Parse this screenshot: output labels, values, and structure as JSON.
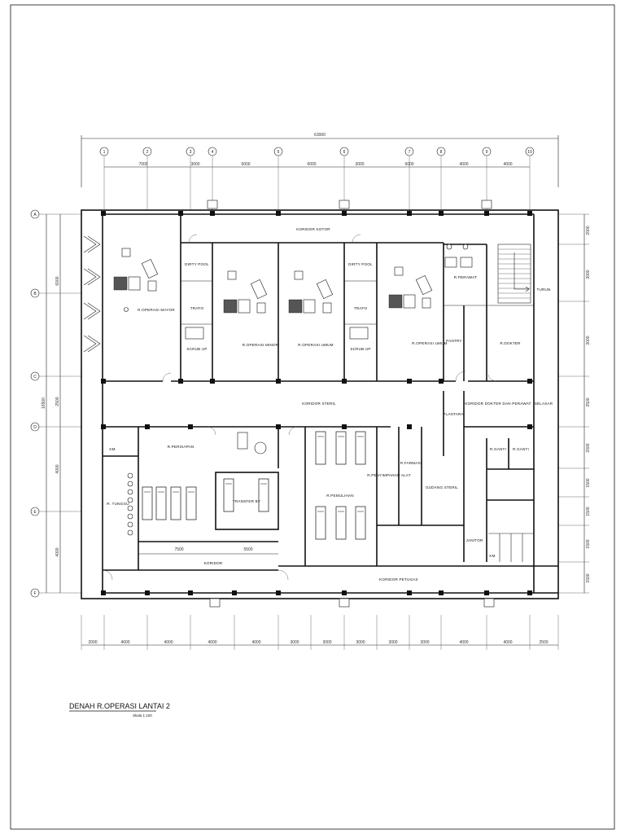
{
  "drawing": {
    "title": "DENAH R.OPERASI LANTAI 2",
    "scale": "Skala 1:100",
    "overall_dim": "63000"
  },
  "grid": {
    "columns": [
      "1",
      "2",
      "3",
      "4",
      "5",
      "6",
      "7",
      "8",
      "9",
      "10"
    ],
    "rows": [
      "A",
      "B",
      "C",
      "D",
      "E",
      "F"
    ]
  },
  "dims": {
    "top": [
      "7000",
      "3000",
      "6000",
      "6000",
      "3000",
      "6000",
      "4000",
      "4000"
    ],
    "bottom": [
      "2000",
      "4000",
      "4000",
      "4000",
      "4000",
      "3000",
      "3000",
      "3000",
      "3000",
      "3000",
      "4000",
      "4000",
      "2500"
    ],
    "left": [
      "6000",
      "2500",
      "4000",
      "4000"
    ],
    "left_total": "16500",
    "right": [
      "2000",
      "3000",
      "3000",
      "2500",
      "2000",
      "1500",
      "1500",
      "1500",
      "1500"
    ],
    "interior_a": "7500",
    "interior_b": "5500"
  },
  "rooms": {
    "koridor_kotor": "KORIDOR KOTOR",
    "op_mayor": "R.OPERASI MAYOR",
    "op_minor": "R.OPERASI MINOR",
    "op_umum_1": "R.OPERASI UMUM",
    "op_umum_2": "R.OPERASI UMUM",
    "dirty_pool_1": "DIRTY POOL",
    "dirty_pool_2": "DIRTY POOL",
    "trafo_1": "TRAFO",
    "trafo_2": "TRAFO",
    "scrub_1": "SCRUB UP",
    "scrub_2": "SCRUB UP",
    "perawat": "R.PERAWAT",
    "turun": "TURUN",
    "pantry": "PANTRY",
    "dokter": "R.DOKTER",
    "koridor_steril": "KORIDOR STERIL",
    "koridor_dokter": "KORIDOR DOKTER DAN PERAWAT",
    "selasar": "SELASAR",
    "persiapan": "R.PERSIAPAN",
    "transfer": "TRANSFER BY",
    "pemulihan": "R.PEMULIHAN",
    "penyimpanan": "R.PENYIMPANAN ALAT",
    "kamasi": "R.FARMASI",
    "gudang": "GUDANG STERIL",
    "plantara": "PLANTARA",
    "r_ganti_1": "R.GANTI",
    "r_ganti_2": "R.GANTI",
    "tunggu": "R. TUNGGU",
    "km": "KM",
    "km_2": "KM",
    "janitor": "JANITOR",
    "koridor": "KORIDOR",
    "koridor_petugas": "KORIDOR PETUGAS"
  }
}
